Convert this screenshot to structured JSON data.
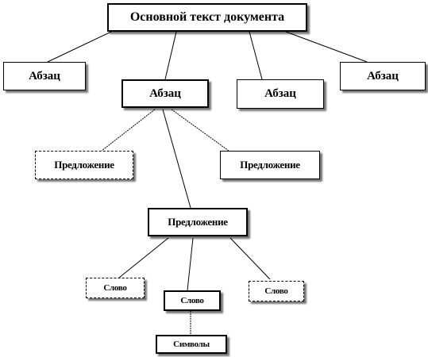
{
  "diagram": {
    "root": "Основной текст документа",
    "paragraphs": [
      "Абзац",
      "Абзац",
      "Абзац",
      "Абзац"
    ],
    "sentences": [
      "Предложение",
      "Предложение",
      "Предложение"
    ],
    "words": [
      "Слово",
      "Слово",
      "Слово"
    ],
    "symbols": "Символы"
  }
}
